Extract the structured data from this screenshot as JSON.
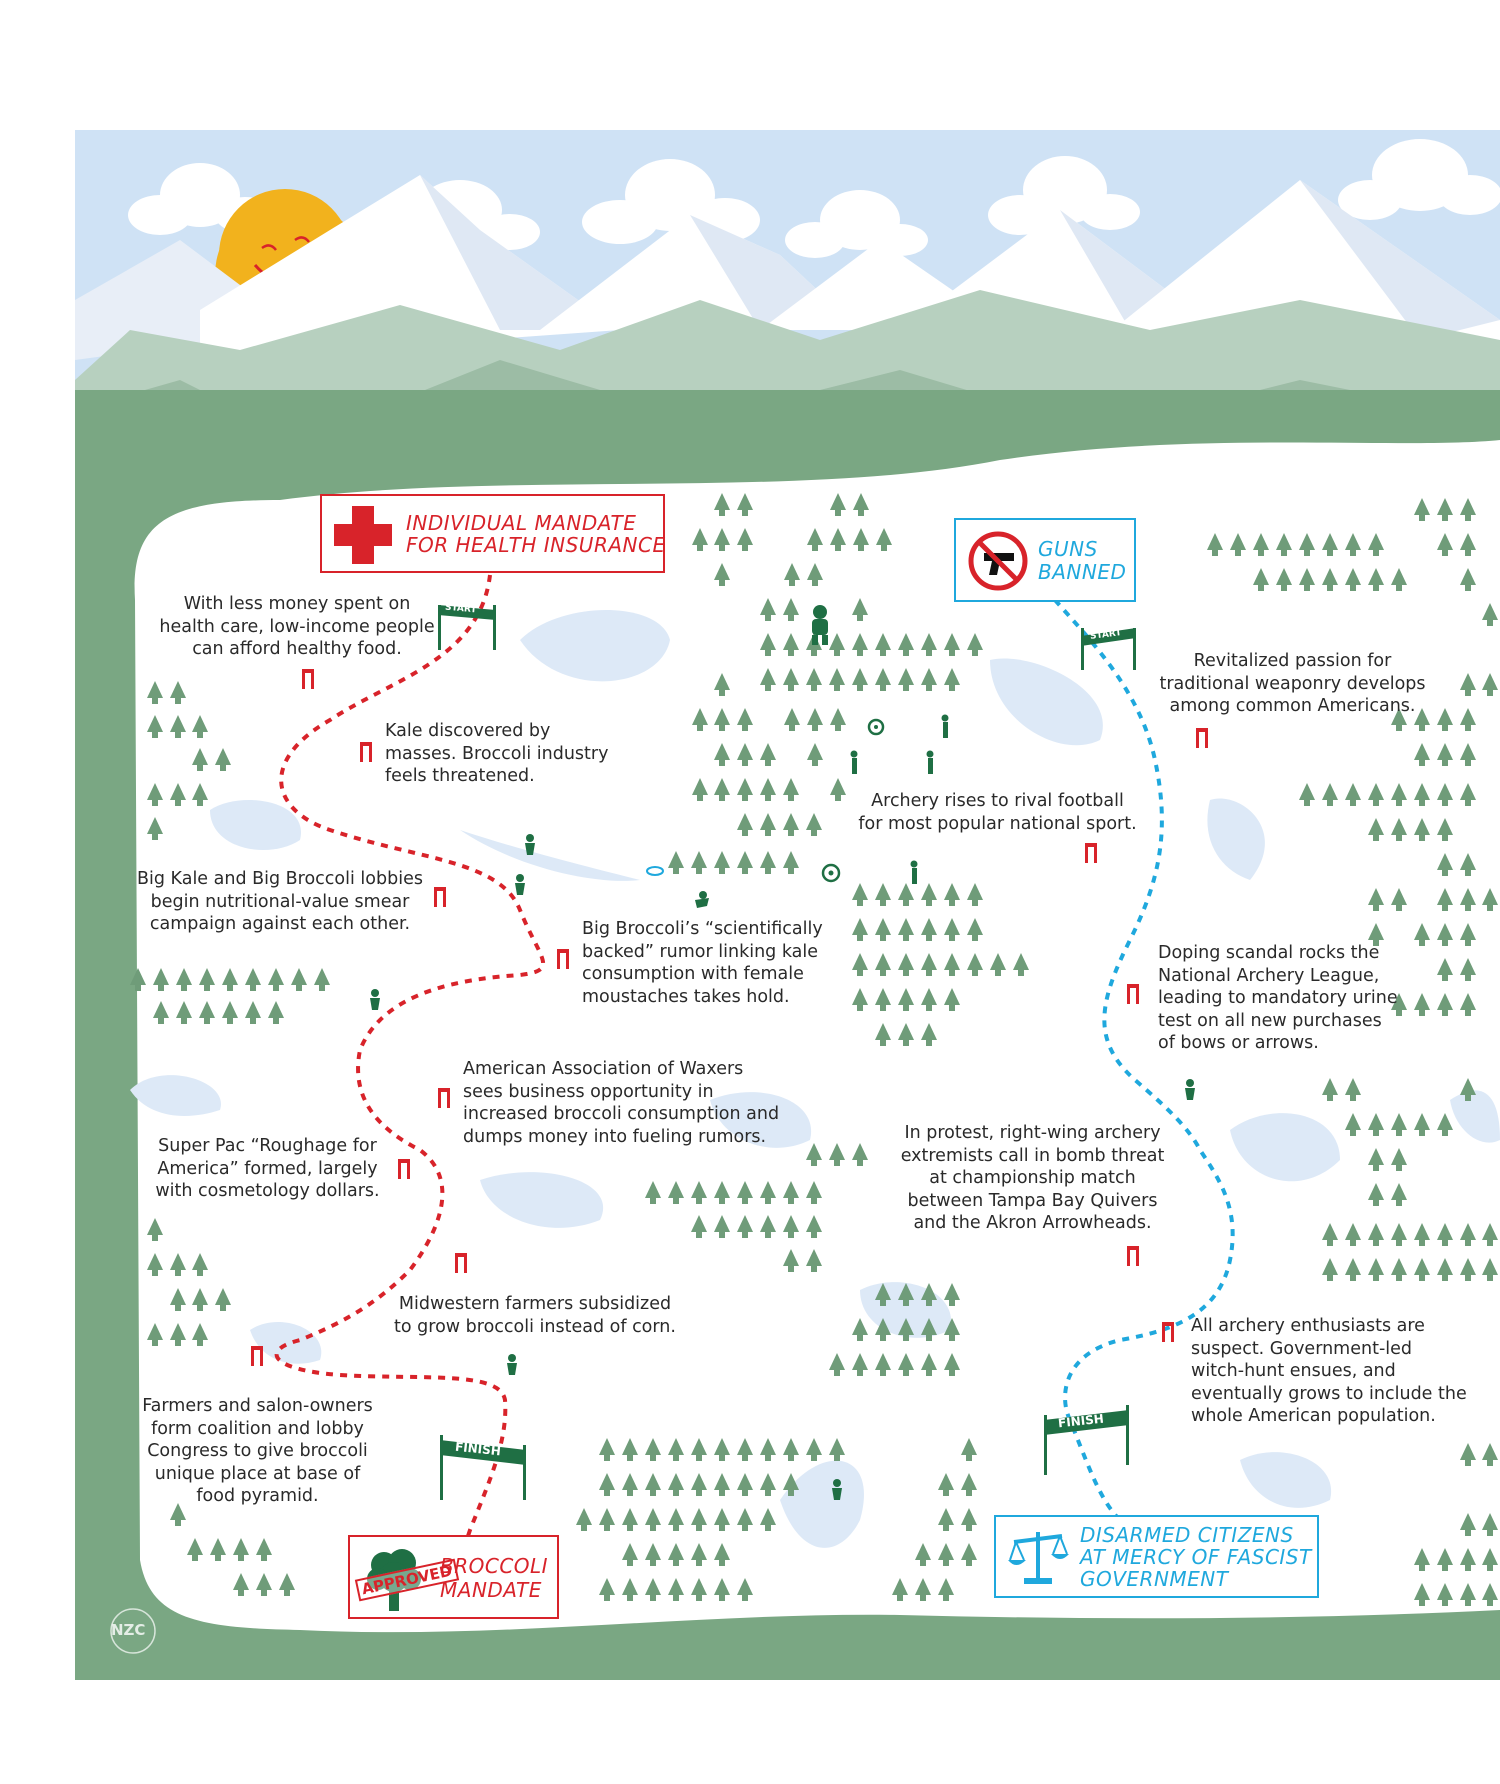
{
  "colors": {
    "sky": "#cfe2f5",
    "mountain_snow": "#f1f5fb",
    "hill_green": "#7aa783",
    "tree_green": "#6f9c79",
    "sun": "#f2b21d",
    "mandate_red": "#d8232a",
    "guns_blue": "#1fa8dd"
  },
  "health_route": {
    "start_box": {
      "line1": "INDIVIDUAL MANDATE",
      "line2": "FOR HEALTH INSURANCE",
      "icon": "red-cross-icon"
    },
    "start_banner": "START",
    "finish_banner": "FINISH",
    "end_box": {
      "line1": "BROCCOLI",
      "line2": "MANDATE",
      "stamp": "APPROVED",
      "icon": "broccoli-icon"
    },
    "events": [
      {
        "lines": [
          "With less money spent on",
          "health care, low-income people",
          "can afford healthy food."
        ]
      },
      {
        "lines": [
          "Kale discovered by",
          "masses. Broccoli industry",
          "feels threatened."
        ]
      },
      {
        "lines": [
          "Big Kale and Big Broccoli lobbies",
          "begin nutritional-value smear",
          "campaign against each other."
        ]
      },
      {
        "lines": [
          "Big Broccoli’s “scientifically",
          "backed” rumor linking kale",
          "consumption with female",
          "moustaches takes hold."
        ]
      },
      {
        "lines": [
          "American Association of Waxers",
          "sees business opportunity in",
          "increased broccoli consumption and",
          "dumps money into fueling rumors."
        ]
      },
      {
        "lines": [
          "Super Pac “Roughage for",
          "America” formed, largely",
          "with cosmetology dollars."
        ]
      },
      {
        "lines": [
          "Midwestern farmers subsidized",
          "to grow broccoli instead of corn."
        ]
      },
      {
        "lines": [
          "Farmers and salon-owners",
          "form coalition and lobby",
          "Congress to give broccoli",
          "unique place at base of",
          "food pyramid."
        ]
      }
    ]
  },
  "guns_route": {
    "start_box": {
      "line1": "GUNS",
      "line2": "BANNED",
      "icon": "no-guns-icon"
    },
    "start_banner": "START",
    "finish_banner": "FINISH",
    "end_box": {
      "line1": "DISARMED CITIZENS",
      "line2": "AT MERCY OF FASCIST",
      "line3": "GOVERNMENT",
      "icon": "scales-icon"
    },
    "events": [
      {
        "lines": [
          "Revitalized passion for",
          "traditional weaponry develops",
          "among common Americans."
        ]
      },
      {
        "lines": [
          "Archery rises to rival football",
          "for most popular national sport."
        ]
      },
      {
        "lines": [
          "Doping scandal rocks the",
          "National Archery League,",
          "leading to mandatory urine",
          "test on all new purchases",
          "of bows or arrows."
        ]
      },
      {
        "lines": [
          "In protest, right-wing archery",
          "extremists call in bomb threat",
          "at championship match",
          "between Tampa Bay Quivers",
          "and the Akron Arrowheads."
        ]
      },
      {
        "lines": [
          "All archery enthusiasts are",
          "suspect. Government-led",
          "witch-hunt ensues, and",
          "eventually grows to include the",
          "whole American population."
        ]
      }
    ]
  },
  "signature": "NZC"
}
